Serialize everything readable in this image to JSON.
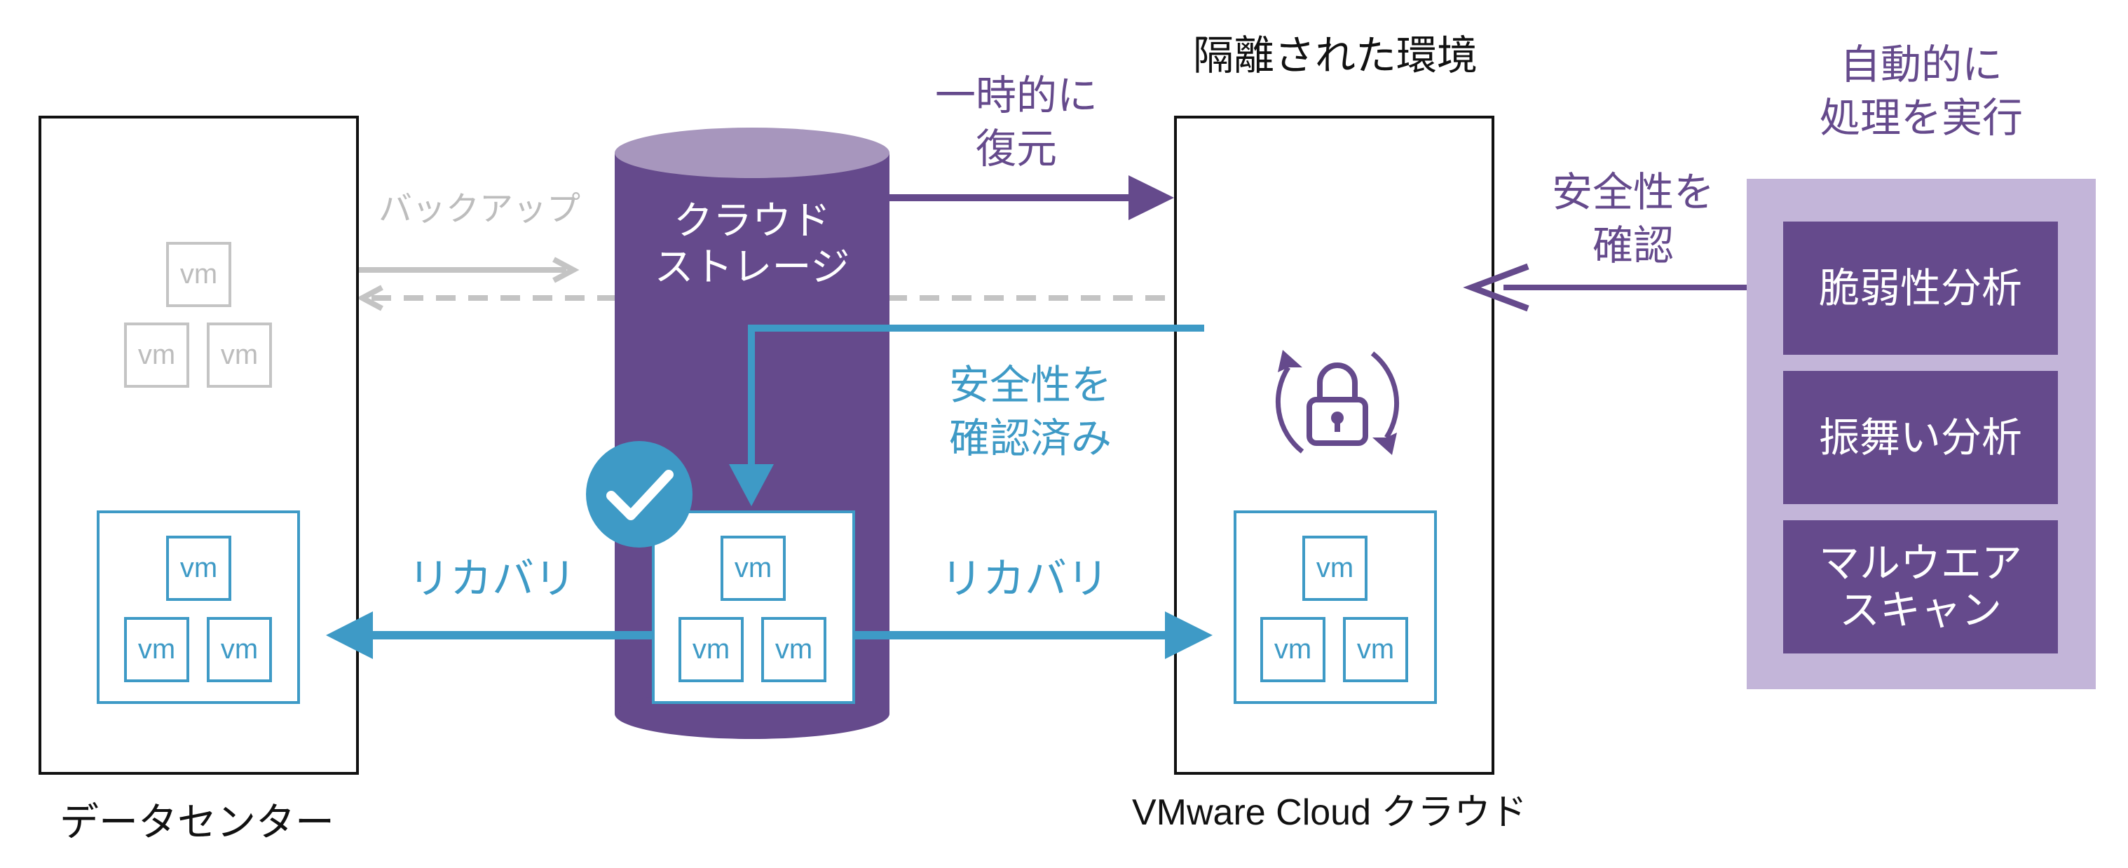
{
  "colors": {
    "purple": "#654a8c",
    "purple_light": "#a796bd",
    "panel_light": "#c3b5d9",
    "blue": "#3e9ac6",
    "gray": "#bdbdbd",
    "black": "#111111"
  },
  "datacenter": {
    "label": "データセンター",
    "vm_label": "vm"
  },
  "storage": {
    "label_line1": "クラウド",
    "label_line2": "ストレージ",
    "check_icon": "check-circle-icon"
  },
  "isolated": {
    "title": "隔離された環境",
    "footer": "VMware Cloud クラウド",
    "lock_icon": "lock-refresh-icon"
  },
  "flows": {
    "backup": "バックアップ",
    "temp_restore_line1": "一時的に",
    "temp_restore_line2": "復元",
    "verified_line1": "安全性を",
    "verified_line2": "確認済み",
    "recovery_left": "リカバリ",
    "recovery_right": "リカバリ",
    "check_safety_line1": "安全性を",
    "check_safety_line2": "確認"
  },
  "automation": {
    "title_line1": "自動的に",
    "title_line2": "処理を実行",
    "items": [
      {
        "line1": "脆弱性分析",
        "line2": ""
      },
      {
        "line1": "振舞い分析",
        "line2": ""
      },
      {
        "line1": "マルウエア",
        "line2": "スキャン"
      }
    ]
  }
}
